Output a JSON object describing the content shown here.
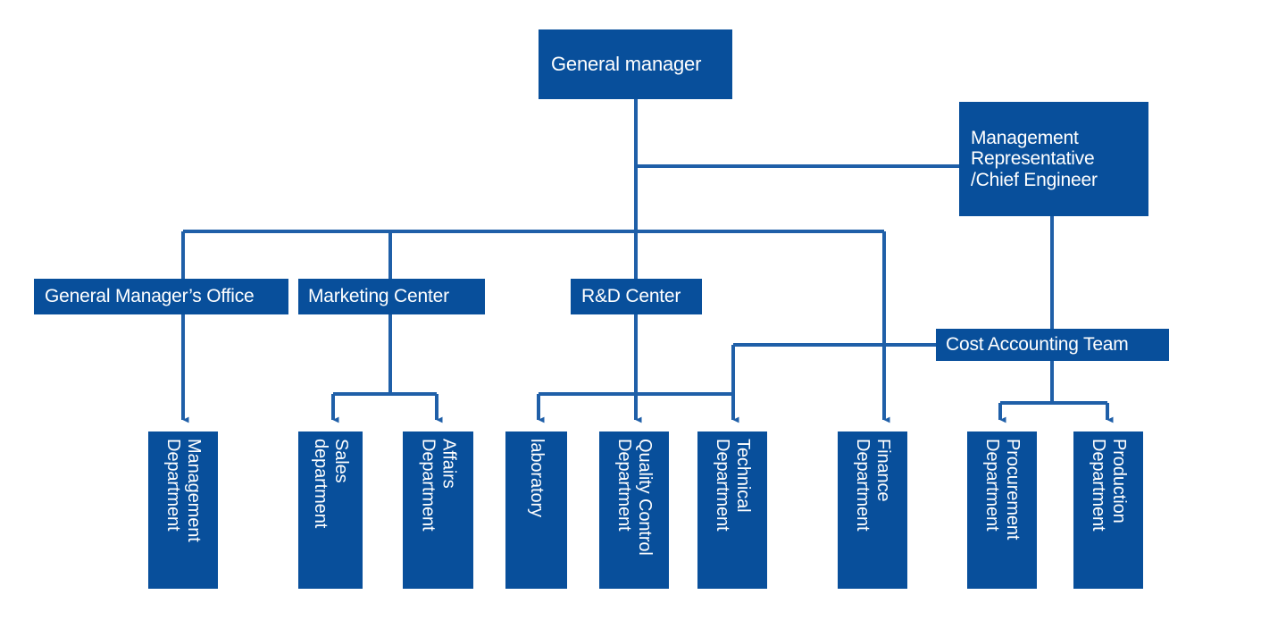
{
  "meta": {
    "title": "Company Organization Chart",
    "accent_color": "#084F9B",
    "line_color": "#1F5FA8",
    "background_color": "#FFFFFF"
  },
  "nodes": {
    "general_manager": "General manager",
    "management_representative": "Management\nRepresentative\n/Chief Engineer",
    "general_managers_office": "General Manager’s Office",
    "marketing_center": "Marketing Center",
    "rd_center": "R&D Center",
    "cost_accounting_team": "Cost Accounting Team",
    "management_department": "Management\nDepartment",
    "sales_department": "Sales\ndepartment",
    "affairs_department": "Affairs\nDepartment",
    "laboratory": "laboratory",
    "quality_control_department": "Quality Control\nDepartment",
    "technical_department": "Technical\nDepartment",
    "finance_department": "Finance\nDepartment",
    "procurement_department": "Procurement\nDepartment",
    "production_department": "Production\nDepartment"
  },
  "chart_data": {
    "type": "diagram",
    "diagram_kind": "organization-chart",
    "orientation": "top-down",
    "levels": [
      {
        "level": 1,
        "items": [
          {
            "id": "general_manager",
            "label": "General manager"
          }
        ]
      },
      {
        "level": 2,
        "items": [
          {
            "id": "management_representative",
            "label": "Management Representative /Chief Engineer",
            "parent": "general_manager",
            "attachment": "side"
          }
        ]
      },
      {
        "level": 3,
        "items": [
          {
            "id": "general_managers_office",
            "label": "General Manager’s Office",
            "parent": "general_manager"
          },
          {
            "id": "marketing_center",
            "label": "Marketing Center",
            "parent": "general_manager"
          },
          {
            "id": "rd_center",
            "label": "R&D Center",
            "parent": "general_manager"
          },
          {
            "id": "cost_accounting_team",
            "label": "Cost Accounting Team",
            "parent": "management_representative"
          }
        ]
      },
      {
        "level": 4,
        "items": [
          {
            "id": "management_department",
            "label": "Management Department",
            "parent": "general_managers_office"
          },
          {
            "id": "sales_department",
            "label": "Sales department",
            "parent": "marketing_center"
          },
          {
            "id": "affairs_department",
            "label": "Affairs Department",
            "parent": "marketing_center"
          },
          {
            "id": "laboratory",
            "label": "laboratory",
            "parent": "rd_center"
          },
          {
            "id": "quality_control_department",
            "label": "Quality Control Department",
            "parent": "rd_center"
          },
          {
            "id": "technical_department",
            "label": "Technical Department",
            "parent": "rd_center"
          },
          {
            "id": "finance_department",
            "label": "Finance Department",
            "parent": "general_manager"
          },
          {
            "id": "procurement_department",
            "label": "Procurement Department",
            "parent": "cost_accounting_team"
          },
          {
            "id": "production_department",
            "label": "Production Department",
            "parent": "cost_accounting_team"
          }
        ]
      }
    ],
    "node_count": 15,
    "edge_count": 14
  }
}
